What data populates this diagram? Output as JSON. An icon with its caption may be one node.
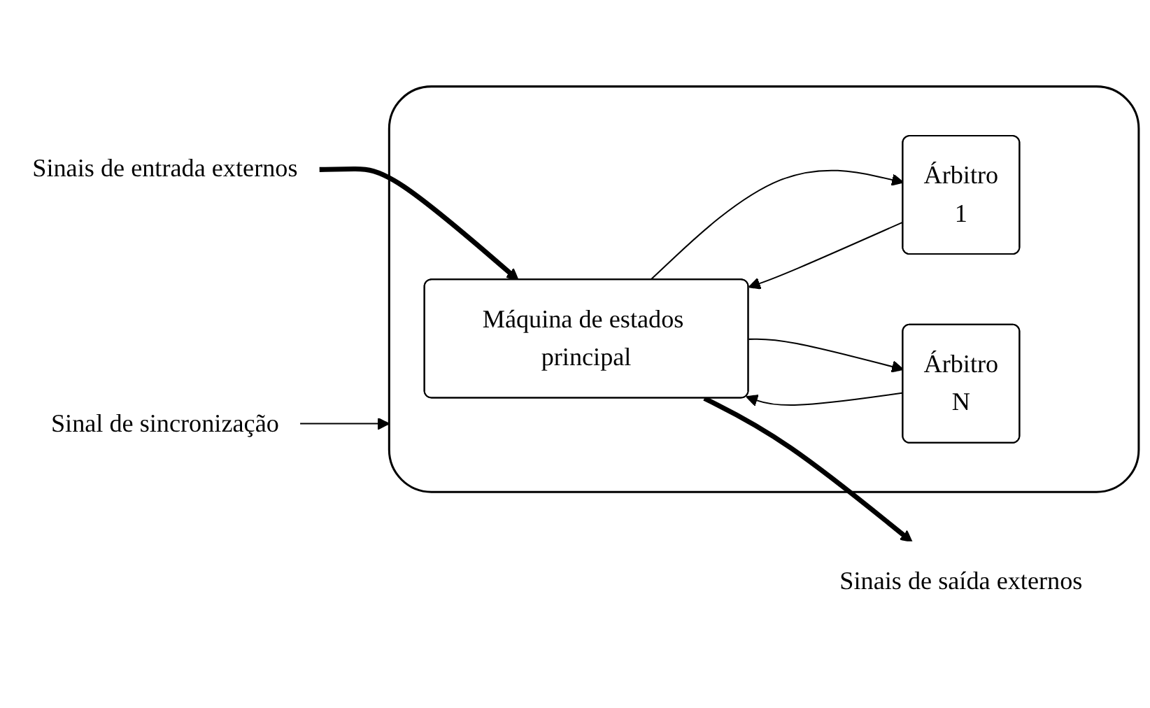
{
  "diagram": {
    "nodes": [
      {
        "text": [
          "Sinais de entrada externos"
        ]
      },
      {
        "text": [],
        "shape": "box"
      },
      {
        "text": [
          "Máquina de estados principal"
        ],
        "in": 1
      },
      {
        "text": [
          "Árbitro",
          "1"
        ],
        "in": 1
      },
      {
        "text": [
          "Árbitro",
          "N"
        ],
        "in": 1
      },
      {
        "text": [
          "Sinais de saída externos"
        ]
      },
      {
        "text": [
          "Sinal de sincronização"
        ]
      }
    ],
    "edges": [
      {
        "from": 0,
        "to": 2,
        "arrow": "to",
        "style": "thick"
      },
      {
        "from": 2,
        "to": 5,
        "arrow": "to",
        "style": "thick"
      },
      {
        "from": 6,
        "to": 1,
        "arrow": "to"
      },
      {
        "from": 2,
        "to": 3,
        "arrow": "to"
      },
      {
        "from": 2,
        "to": 4,
        "arrow": "to"
      },
      {
        "from": 3,
        "to": 2,
        "arrow": "to"
      },
      {
        "from": 4,
        "to": 2,
        "arrow": "to"
      }
    ]
  }
}
